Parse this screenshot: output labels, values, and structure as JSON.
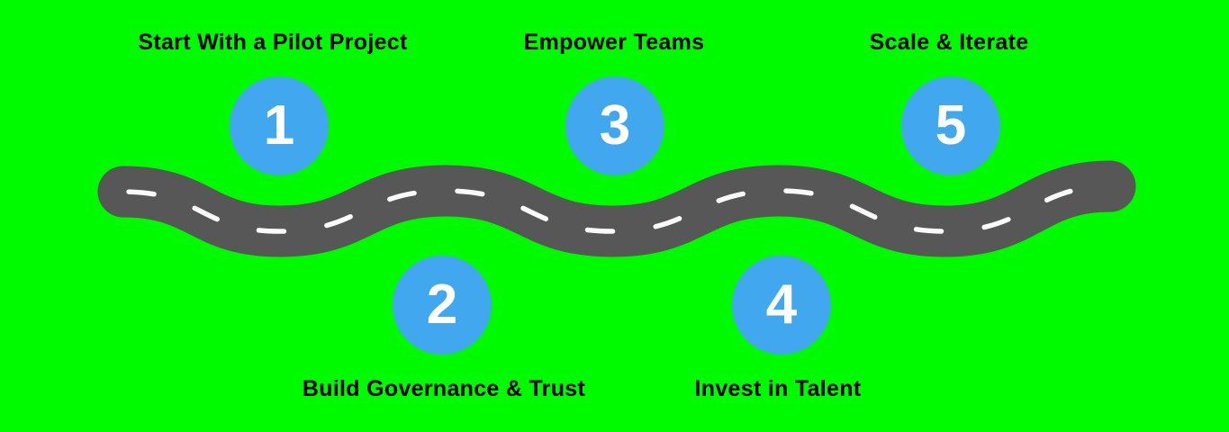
{
  "colors": {
    "background": "#00fb00",
    "road_surface": "#575757",
    "road_centerline": "#fafafa",
    "marker": "#41a8ef",
    "marker_number": "#ffffff",
    "label_text": "#000000"
  },
  "steps": [
    {
      "number": "1",
      "label": "Start With a Pilot Project",
      "placement": "above-road"
    },
    {
      "number": "2",
      "label": "Build Governance & Trust",
      "placement": "below-road"
    },
    {
      "number": "3",
      "label": "Empower Teams",
      "placement": "above-road"
    },
    {
      "number": "4",
      "label": "Invest in Talent",
      "placement": "below-road"
    },
    {
      "number": "5",
      "label": "Scale & Iterate",
      "placement": "above-road"
    }
  ]
}
